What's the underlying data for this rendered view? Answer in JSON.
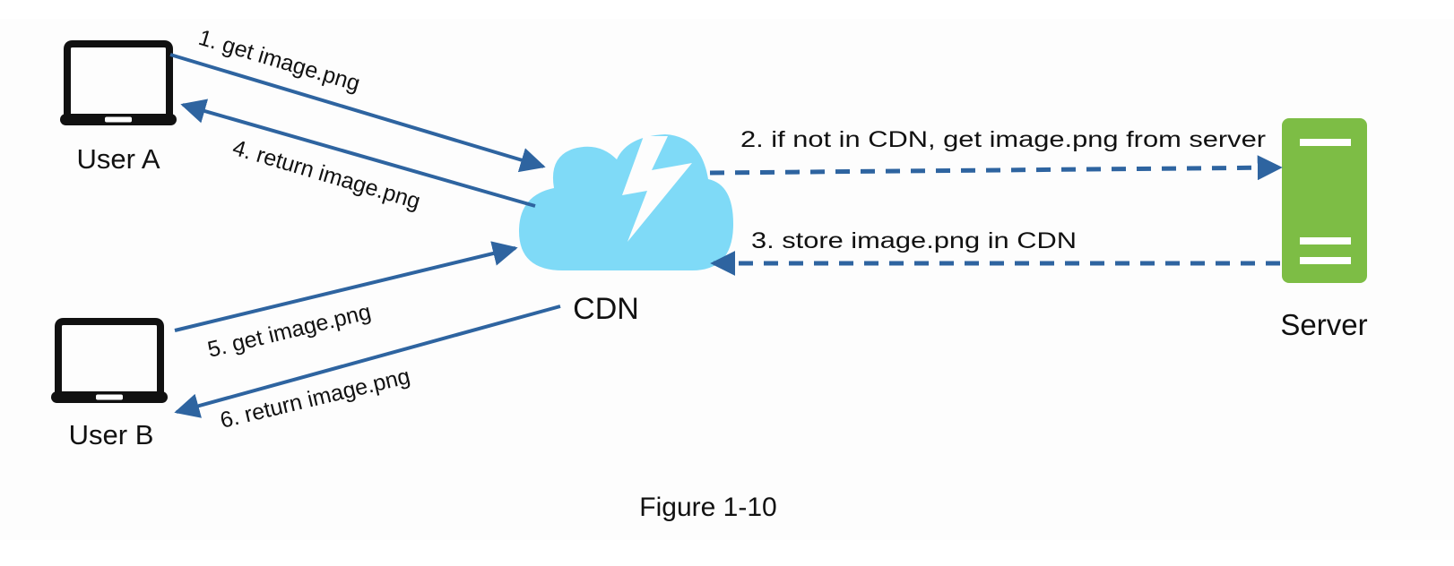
{
  "figure": {
    "caption": "Figure 1-10",
    "colors": {
      "arrow": "#2e64a0",
      "cloud": "#7fdaf7",
      "server": "#7dbd45",
      "laptop": "#111111",
      "text": "#111111"
    }
  },
  "nodes": {
    "user_a": {
      "label": "User A",
      "icon": "laptop-icon"
    },
    "user_b": {
      "label": "User B",
      "icon": "laptop-icon"
    },
    "cdn": {
      "label": "CDN",
      "icon": "cloud-lightning-icon"
    },
    "server": {
      "label": "Server",
      "icon": "server-icon"
    }
  },
  "edges": [
    {
      "step": 1,
      "label": "1. get image.png",
      "from": "User A",
      "to": "CDN",
      "style": "solid"
    },
    {
      "step": 2,
      "label": "2. if not in CDN, get image.png from server",
      "from": "CDN",
      "to": "Server",
      "style": "dashed"
    },
    {
      "step": 3,
      "label": "3. store image.png in CDN",
      "from": "Server",
      "to": "CDN",
      "style": "dashed"
    },
    {
      "step": 4,
      "label": "4. return image.png",
      "from": "CDN",
      "to": "User A",
      "style": "solid"
    },
    {
      "step": 5,
      "label": "5. get image.png",
      "from": "User B",
      "to": "CDN",
      "style": "solid"
    },
    {
      "step": 6,
      "label": "6. return image.png",
      "from": "CDN",
      "to": "User B",
      "style": "solid"
    }
  ]
}
